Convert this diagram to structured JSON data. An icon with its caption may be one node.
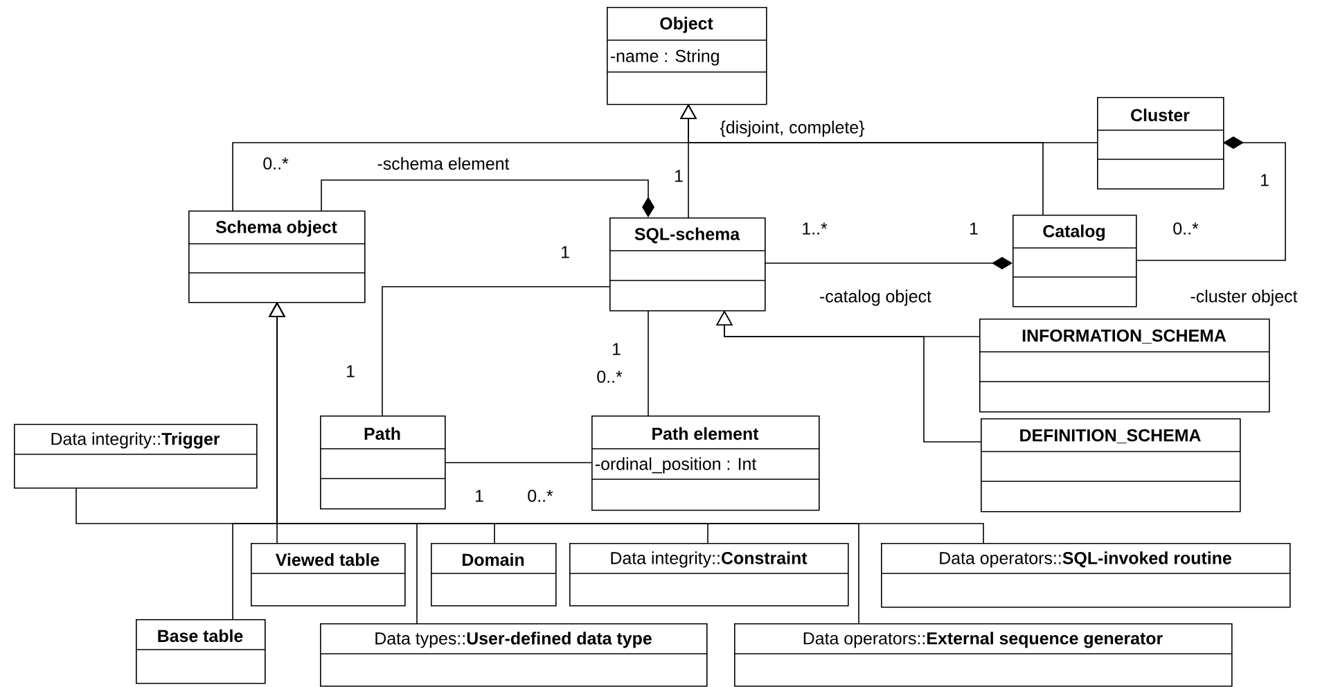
{
  "diagram": {
    "nodes": [
      {
        "text": [
          "Object",
          "-name : String"
        ]
      },
      {
        "text": [
          "Cluster"
        ]
      },
      {
        "text": [
          "Schema object"
        ]
      },
      {
        "text": [
          "SQL-schema"
        ]
      },
      {
        "text": [
          "Catalog"
        ]
      },
      {
        "text": [
          "INFORMATION_SCHEMA"
        ]
      },
      {
        "text": [
          "DEFINITION_SCHEMA"
        ]
      },
      {
        "text": [
          "Path"
        ]
      },
      {
        "text": [
          "Path element",
          "-ordinal_position : Int"
        ]
      },
      {
        "text": [
          "Data integrity::**Trigger**"
        ]
      },
      {
        "text": [
          "Viewed table"
        ]
      },
      {
        "text": [
          "Domain"
        ]
      },
      {
        "text": [
          "Data integrity::**Constraint**"
        ]
      },
      {
        "text": [
          "Data operators::**SQL-invoked routine**"
        ]
      },
      {
        "text": [
          "Base table"
        ]
      },
      {
        "text": [
          "Data types::**User-defined data type**"
        ]
      },
      {
        "text": [
          "Data operators::**External sequence generator**"
        ]
      }
    ],
    "edges": [
      {
        "from": 2,
        "to": 0,
        "arrow": "to"
      },
      {
        "from": 3,
        "to": 0,
        "arrow": "to"
      },
      {
        "from": 4,
        "to": 0,
        "arrow": "to"
      },
      {
        "from": 1,
        "to": 0,
        "arrow": "to"
      },
      {
        "from": 2,
        "to": 3,
        "arrow": "other",
        "label": "-schema element"
      },
      {
        "from": 3,
        "to": 4,
        "arrow": "other",
        "label": "-catalog object"
      },
      {
        "from": 4,
        "to": 1,
        "arrow": "other",
        "label": "-cluster object"
      },
      {
        "from": 3,
        "to": 7,
        "arrow": "none"
      },
      {
        "from": 3,
        "to": 8,
        "arrow": "none"
      },
      {
        "from": 7,
        "to": 8,
        "arrow": "none"
      },
      {
        "from": 5,
        "to": 3,
        "arrow": "to"
      },
      {
        "from": 6,
        "to": 3,
        "arrow": "to"
      },
      {
        "from": 9,
        "to": 2,
        "arrow": "to"
      },
      {
        "from": 14,
        "to": 2,
        "arrow": "to"
      },
      {
        "from": 10,
        "to": 2,
        "arrow": "to"
      },
      {
        "from": 15,
        "to": 2,
        "arrow": "to"
      },
      {
        "from": 11,
        "to": 2,
        "arrow": "to"
      },
      {
        "from": 12,
        "to": 2,
        "arrow": "to"
      },
      {
        "from": 16,
        "to": 2,
        "arrow": "to"
      },
      {
        "from": 13,
        "to": 2,
        "arrow": "to"
      }
    ],
    "labels": [
      "{disjoint, complete}",
      "0..*",
      "1",
      "1",
      "1..*",
      "1",
      "0..*",
      "1",
      "1",
      "1",
      "0..*",
      "1",
      "0..*"
    ]
  }
}
